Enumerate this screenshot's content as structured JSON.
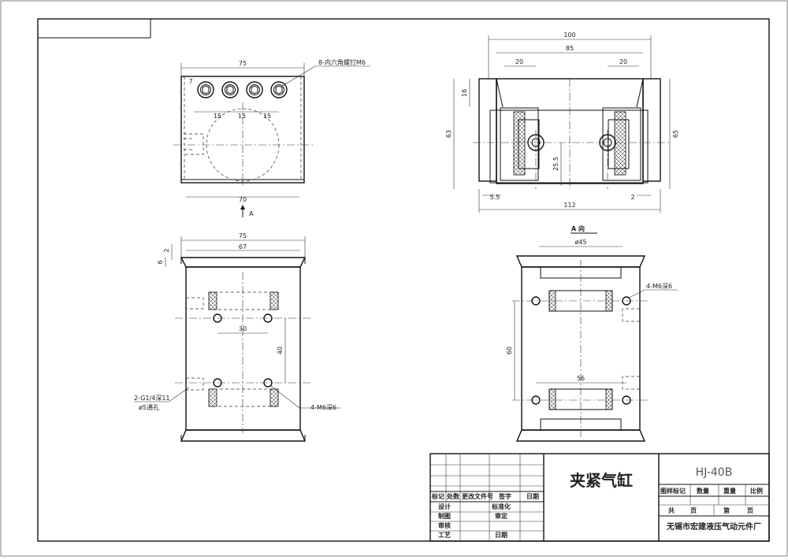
{
  "title_block": {
    "part_name": "夹紧气缸",
    "drawing_no": "HJ-40B",
    "company": "无锡市宏建液压气动元件厂",
    "rev_headers": [
      "标记",
      "处数",
      "更改文件号",
      "签字",
      "日期"
    ],
    "design": "设计",
    "drafting": "制图",
    "review": "审核",
    "process": "工艺",
    "standardization": "标准化",
    "approve": "审定",
    "date": "日期",
    "sample_mark": "图样标记",
    "quantity": "数量",
    "weight": "重量",
    "scale": "比例",
    "total_sheets": "共",
    "sheet_unit": "页",
    "sheet_no": "第"
  },
  "view_label": "A 向",
  "arrow_label": "A",
  "notes": {
    "bolt": "8-内六角螺钉M6",
    "tapped_holes_a": "4-M6深6",
    "tapped_holes_b": "4-M6深6",
    "port_line1": "2-G1/4深11",
    "port_line2": "ø5通孔"
  },
  "dims": {
    "tl_top": "75",
    "tl_bottom": "70",
    "tl_s1": "15",
    "tl_s2": "15",
    "tl_s3": "15",
    "tl_v": "7",
    "tr_top": "100",
    "tr_mid": "85",
    "tr_l20": "20",
    "tr_r20": "20",
    "tr_left": "63",
    "tr_right": "65",
    "tr_16": "16",
    "tr_25": "25.5",
    "tr_55": "5.5",
    "tr_2": "2",
    "tr_bottom": "112",
    "bl_75": "75",
    "bl_67": "67",
    "bl_2": "2",
    "bl_6": "6",
    "bl_30": "30",
    "bl_40": "40",
    "br_45": "ø45",
    "br_60": "60",
    "br_56": "56"
  }
}
